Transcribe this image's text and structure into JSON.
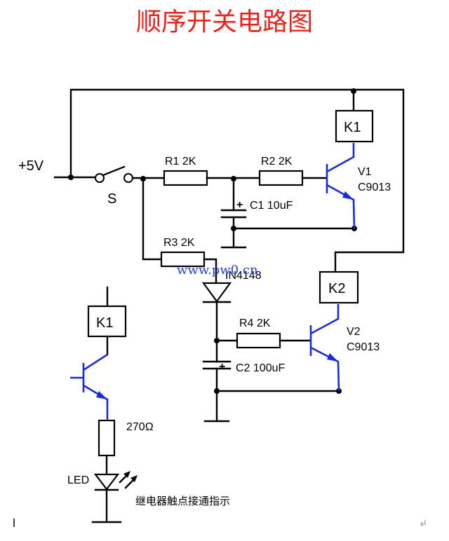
{
  "title": "顺序开关电路图",
  "supply_label": "+5V",
  "switch_label": "S",
  "r1_label": "R1 2K",
  "r2_label": "R2 2K",
  "r3_label": "R3 2K",
  "r4_label": "R4 2K",
  "c1_label": "C1 10uF",
  "c2_label": "C2 100uF",
  "plus_sign": "+",
  "diode_label": "IN4148",
  "v1_name": "V1",
  "v1_type": "C9013",
  "v2_name": "V2",
  "v2_type": "C9013",
  "k1_label": "K1",
  "k2_label": "K2",
  "k1_contact_label": "K1",
  "resistor_270_label": "270Ω",
  "led_label": "LED",
  "indicator_caption": "继电器触点接通指示",
  "watermark": "www.pw0.cn",
  "colors": {
    "title": "#e8231e",
    "transistor": "#1a2bd6",
    "watermark": "#2a3fd9"
  }
}
